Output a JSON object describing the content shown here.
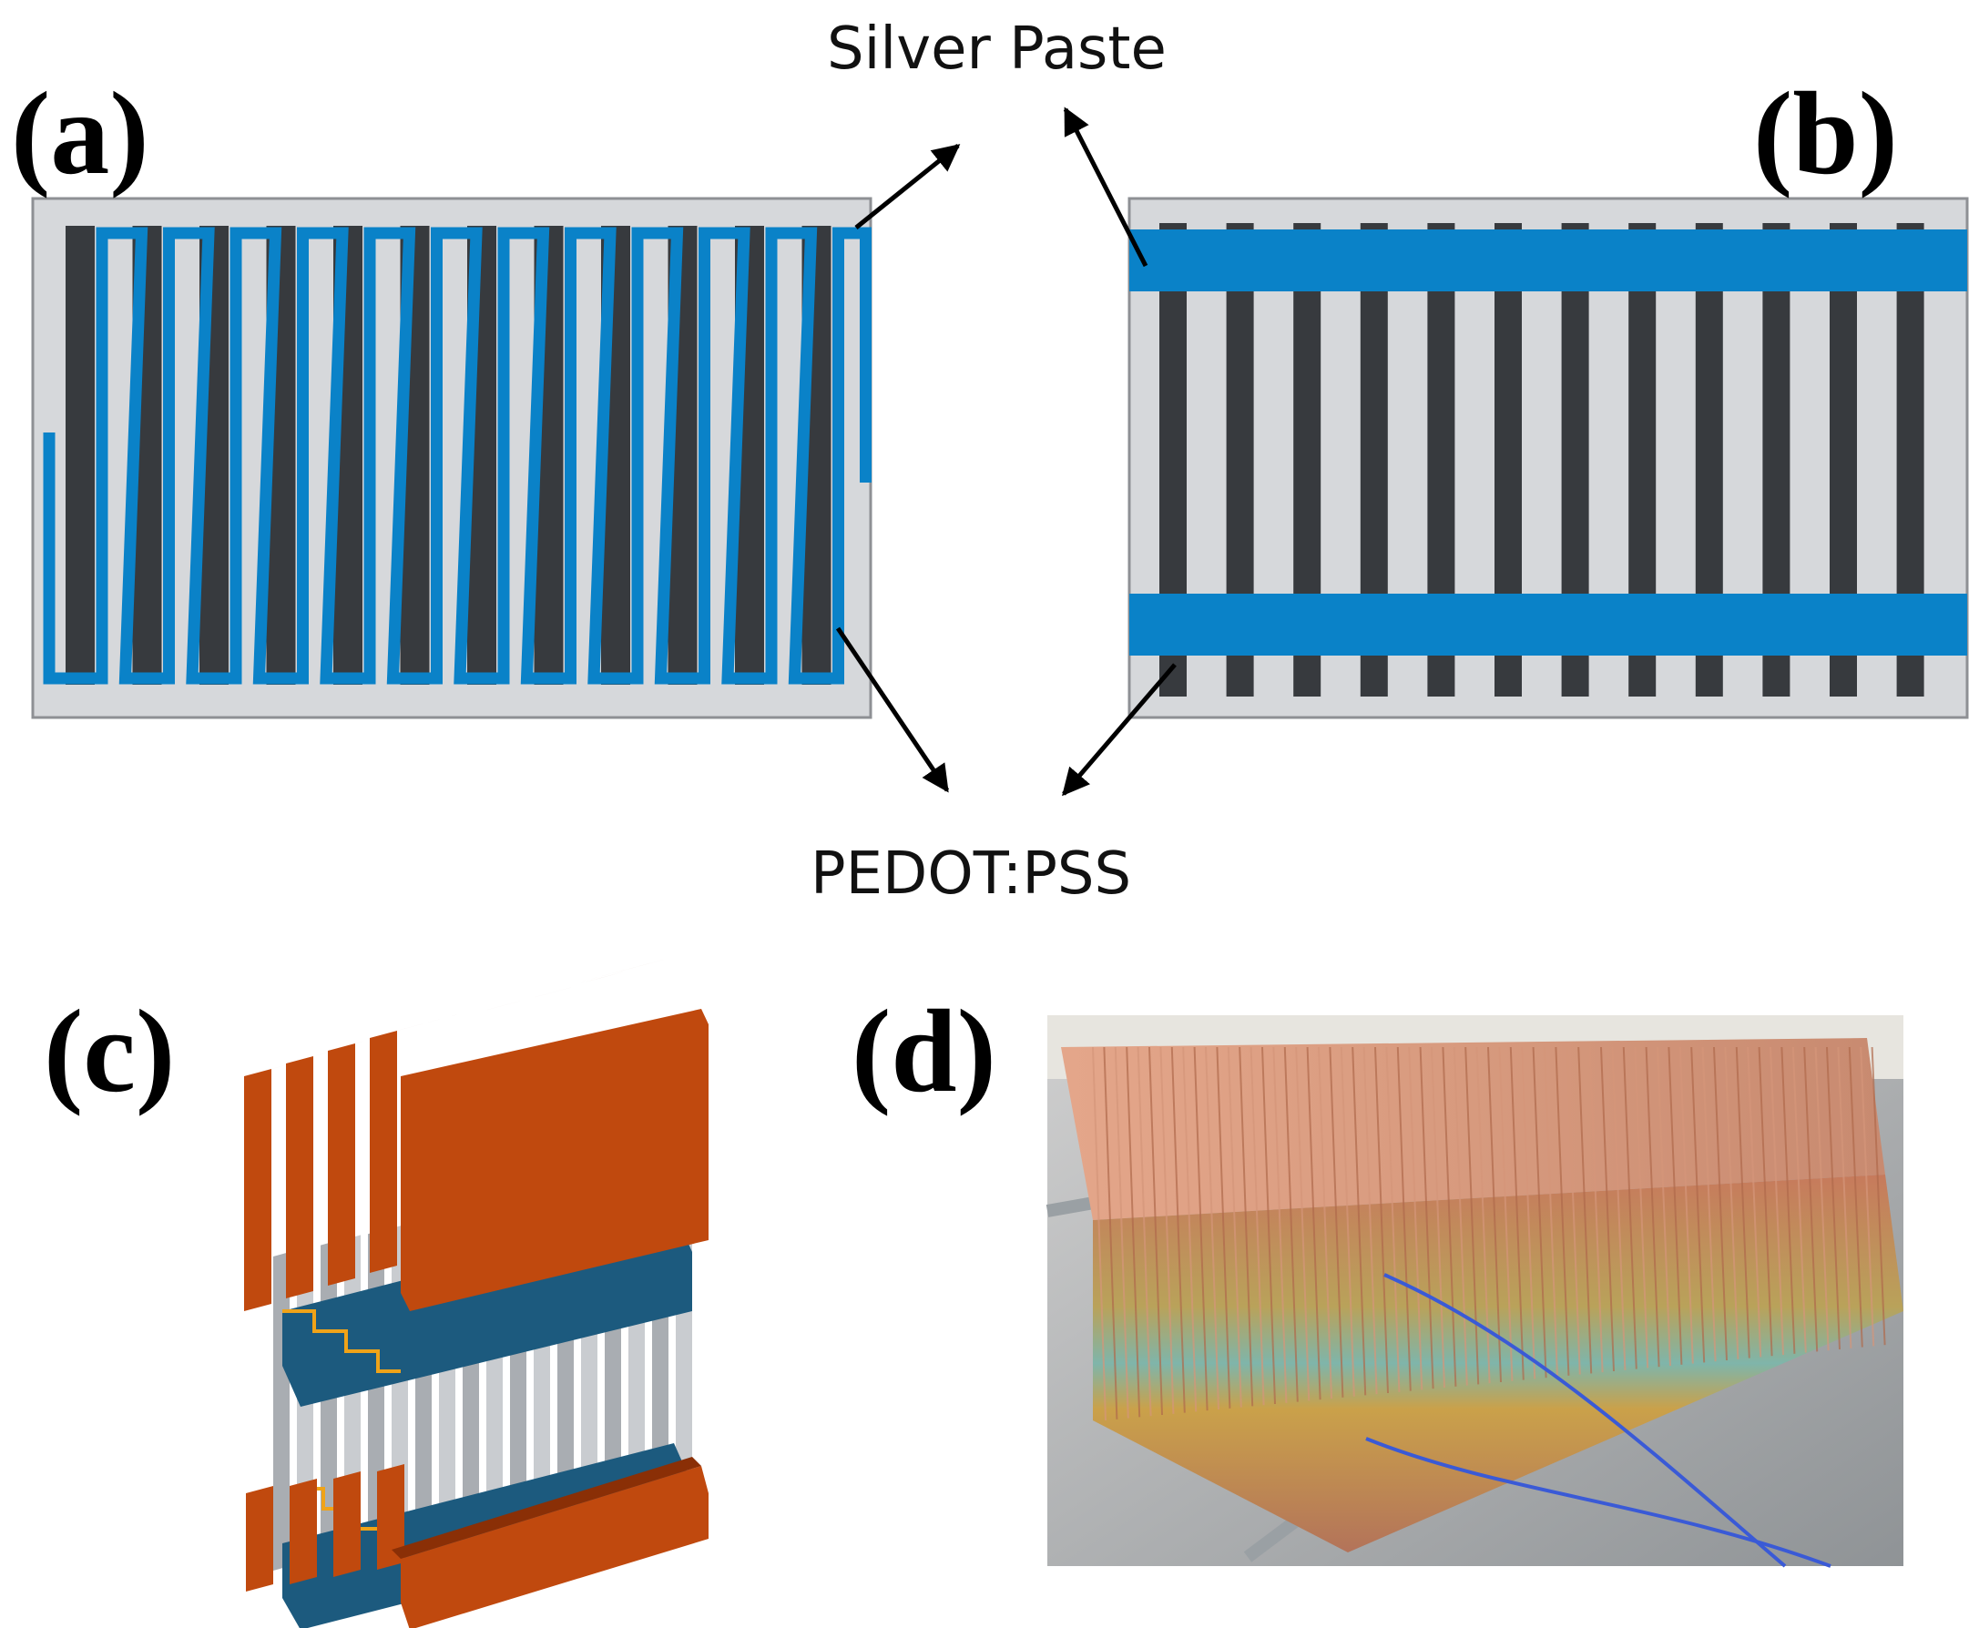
{
  "labels": {
    "a": "(a)",
    "b": "(b)",
    "c": "(c)",
    "d": "(d)"
  },
  "callouts": {
    "top": "Silver Paste",
    "bottom": "PEDOT:PSS"
  },
  "colors": {
    "substrate": "#d6d8db",
    "substrate_border": "#8e9094",
    "pedot_pss": "#373a3e",
    "silver_paste": "#0a82c8",
    "copper": "#c0490e",
    "copper_dark": "#8a2f06",
    "band": "#1c5a7e",
    "connector": "#f0a318"
  },
  "icons": {
    "arrow": "arrow-icon"
  }
}
